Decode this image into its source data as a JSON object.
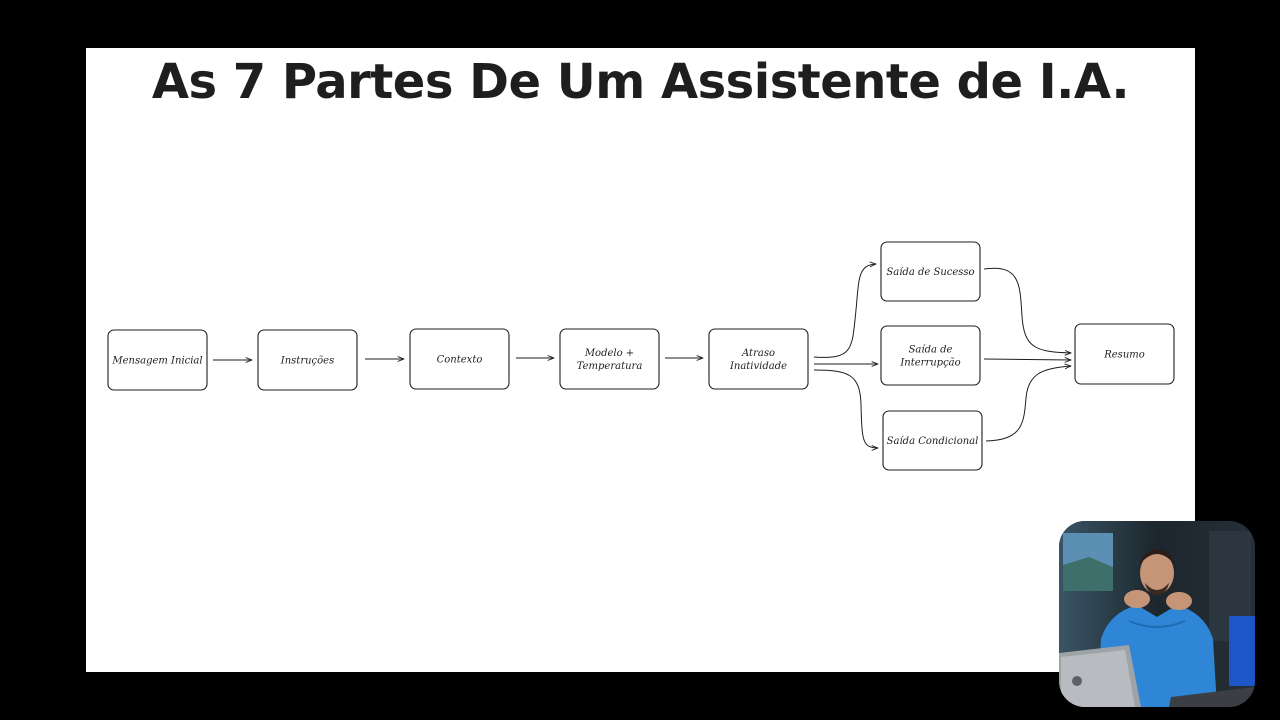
{
  "slide": {
    "title": "As 7 Partes De Um Assistente de I.A."
  },
  "diagram": {
    "nodes": [
      {
        "id": "mensagem",
        "lines": [
          "Mensagem Inicial"
        ]
      },
      {
        "id": "instrucoes",
        "lines": [
          "Instruções"
        ]
      },
      {
        "id": "contexto",
        "lines": [
          "Contexto"
        ]
      },
      {
        "id": "modelo",
        "lines": [
          "Modelo +",
          "Temperatura"
        ]
      },
      {
        "id": "atraso",
        "lines": [
          "Atraso",
          "Inatividade"
        ]
      },
      {
        "id": "sucesso",
        "lines": [
          "Saída de Sucesso"
        ]
      },
      {
        "id": "interrupcao",
        "lines": [
          "Saída de",
          "Interrupção"
        ]
      },
      {
        "id": "condicional",
        "lines": [
          "Saída Condicional"
        ]
      },
      {
        "id": "resumo",
        "lines": [
          "Resumo"
        ]
      }
    ],
    "edges": [
      {
        "from": "mensagem",
        "to": "instrucoes"
      },
      {
        "from": "instrucoes",
        "to": "contexto"
      },
      {
        "from": "contexto",
        "to": "modelo"
      },
      {
        "from": "modelo",
        "to": "atraso"
      },
      {
        "from": "atraso",
        "to": "sucesso"
      },
      {
        "from": "atraso",
        "to": "interrupcao"
      },
      {
        "from": "atraso",
        "to": "condicional"
      },
      {
        "from": "sucesso",
        "to": "resumo"
      },
      {
        "from": "interrupcao",
        "to": "resumo"
      },
      {
        "from": "condicional",
        "to": "resumo"
      }
    ]
  },
  "colors": {
    "background": "#000000",
    "slide": "#ffffff",
    "ink": "#1e1e1e",
    "presenter_jacket": "#2f86d6",
    "webcam_backdrop": "#1f2a30"
  },
  "webcam": {
    "icon": "presenter-video-thumbnail"
  }
}
